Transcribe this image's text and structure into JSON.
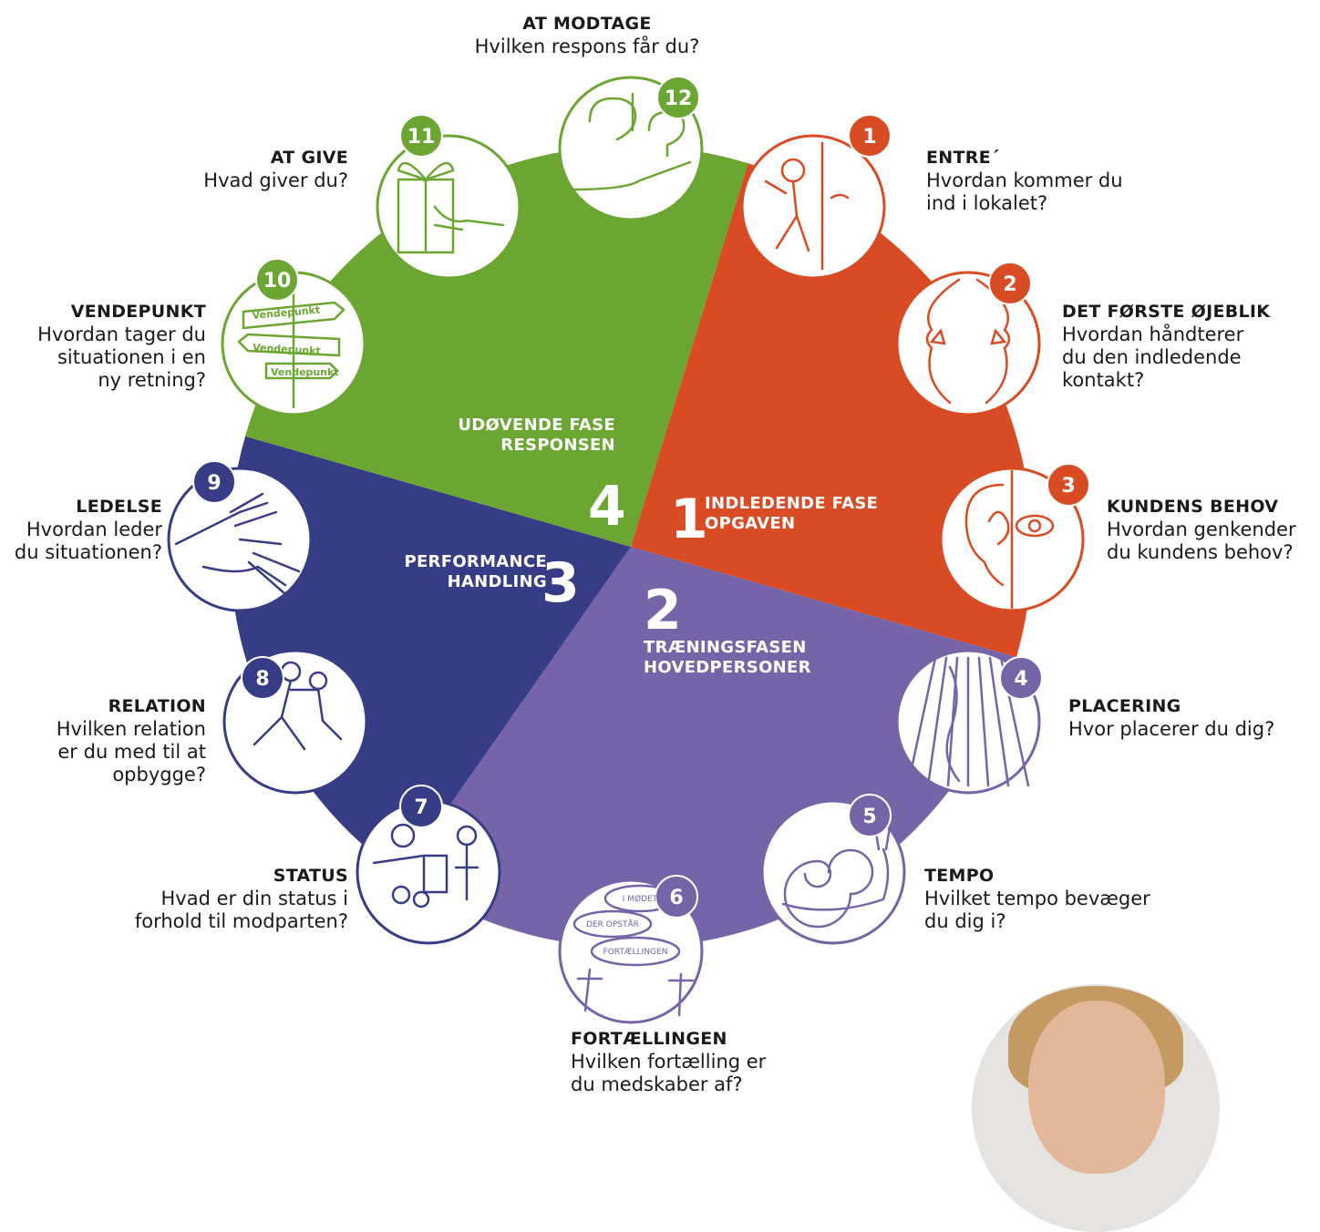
{
  "colors": {
    "red": "#d94b22",
    "purple": "#7565a8",
    "navy": "#373c86",
    "green": "#6aa631"
  },
  "phases": [
    {
      "number": "1",
      "line1": "INDLEDENDE FASE",
      "line2": "OPGAVEN",
      "color": "#d94b22"
    },
    {
      "number": "2",
      "line1": "TRÆNINGSFASEN",
      "line2": "HOVEDPERSONER",
      "color": "#7565a8"
    },
    {
      "number": "3",
      "line1": "PERFORMANCE",
      "line2": "HANDLING",
      "color": "#373c86"
    },
    {
      "number": "4",
      "line1": "UDØVENDE FASE",
      "line2": "RESPONSEN",
      "color": "#6aa631"
    }
  ],
  "steps": [
    {
      "num": "1",
      "title": "ENTRE´",
      "question": "Hvordan kommer du\nind i lokalet?",
      "icon": "door-entrance-icon"
    },
    {
      "num": "2",
      "title": "DET FØRSTE ØJEBLIK",
      "question": "Hvordan håndterer\ndu den indledende\nkontakt?",
      "icon": "faces-meeting-icon"
    },
    {
      "num": "3",
      "title": "KUNDENS BEHOV",
      "question": "Hvordan genkender\ndu kundens behov?",
      "icon": "ear-eye-icon"
    },
    {
      "num": "4",
      "title": "PLACERING",
      "question": "Hvor placerer du dig?",
      "icon": "spotlight-icon"
    },
    {
      "num": "5",
      "title": "TEMPO",
      "question": "Hvilket tempo bevæger\ndu dig i?",
      "icon": "snail-icon"
    },
    {
      "num": "6",
      "title": "FORTÆLLINGEN",
      "question": "Hvilken fortælling er\ndu medskaber af?",
      "icon": "speech-bubbles-icon",
      "bubbles": [
        "I MØDET",
        "DER OPSTÅR",
        "FORTÆLLINGEN"
      ]
    },
    {
      "num": "7",
      "title": "STATUS",
      "question": "Hvad er din status i\nforhold til modparten?",
      "icon": "status-figures-icon"
    },
    {
      "num": "8",
      "title": "RELATION",
      "question": "Hvilken relation\ner du med til at\nopbygge?",
      "icon": "dancers-icon"
    },
    {
      "num": "9",
      "title": "LEDELSE",
      "question": "Hvordan leder\ndu situationen?",
      "icon": "hands-icon"
    },
    {
      "num": "10",
      "title": "VENDEPUNKT",
      "question": "Hvordan tager du\nsituationen i en\nny retning?",
      "icon": "signpost-icon",
      "signs": [
        "Vendepunkt",
        "Vendepunkt",
        "Vendepunkt"
      ]
    },
    {
      "num": "11",
      "title": "AT GIVE",
      "question": "Hvad giver du?",
      "icon": "gift-icon"
    },
    {
      "num": "12",
      "title": "AT MODTAGE",
      "question": "Hvilken respons får du?",
      "icon": "receiving-hand-icon"
    }
  ]
}
